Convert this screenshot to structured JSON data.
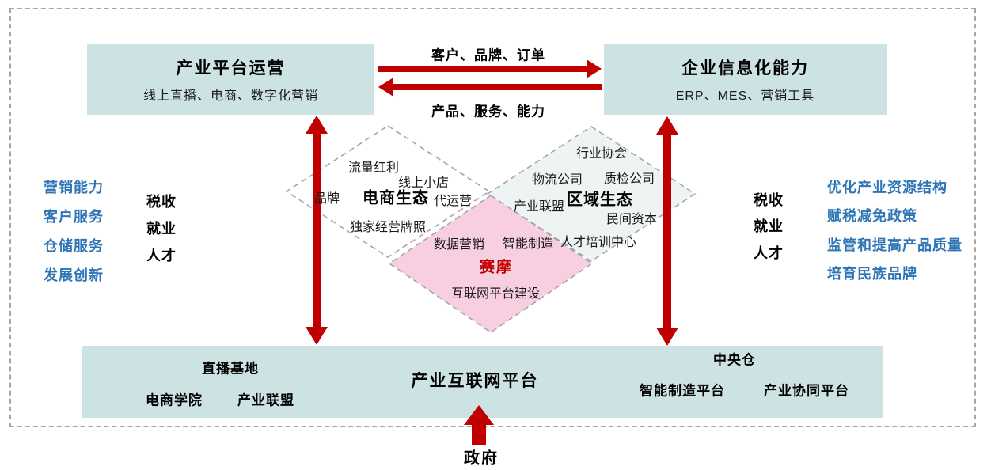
{
  "theme": {
    "accent-red": "#c00000",
    "link-blue": "#2e75b6",
    "box-teal": "#cde2e3",
    "diamond-white": "#ffffff",
    "diamond-azure": "#eef4f3",
    "diamond-pink": "#f8cfe1",
    "border-gray": "#a6a6a6"
  },
  "top_left_box": {
    "title": "产业平台运营",
    "subtitle": "线上直播、电商、数字化营销"
  },
  "top_right_box": {
    "title": "企业信息化能力",
    "subtitle": "ERP、MES、营销工具"
  },
  "exchange": {
    "top_arrow_label": "客户、品牌、订单",
    "bottom_arrow_label": "产品、服务、能力"
  },
  "left_panel": {
    "blue_items": [
      "营销能力",
      "客户服务",
      "仓储服务",
      "发展创新"
    ],
    "black_items": [
      "税收",
      "就业",
      "人才"
    ]
  },
  "right_panel": {
    "black_items": [
      "税收",
      "就业",
      "人才"
    ],
    "blue_items": [
      "优化产业资源结构",
      "赋税减免政策",
      "监管和提高产品质量",
      "培育民族品牌"
    ]
  },
  "ecommerce_ecosystem": {
    "title": "电商生态",
    "items": {
      "traffic": "流量红利",
      "online_shop": "线上小店",
      "brand": "品牌",
      "agent_operation": "代运营",
      "license": "独家经营牌照"
    }
  },
  "regional_ecosystem": {
    "title": "区域生态",
    "items": {
      "industry_association": "行业协会",
      "logistics": "物流公司",
      "quality_inspection": "质检公司",
      "industry_alliance": "产业联盟",
      "private_capital": "民间资本",
      "talent_training": "人才培训中心"
    }
  },
  "core_platform": {
    "company": "赛摩",
    "items": {
      "data_marketing": "数据营销",
      "smart_manufacturing": "智能制造",
      "internet_platform": "互联网平台建设"
    }
  },
  "bottom_box": {
    "title": "产业互联网平台",
    "left_items": [
      "直播基地",
      "电商学院",
      "产业联盟"
    ],
    "right_items": [
      "中央仓",
      "智能制造平台",
      "产业协同平台"
    ]
  },
  "government_label": "政府"
}
